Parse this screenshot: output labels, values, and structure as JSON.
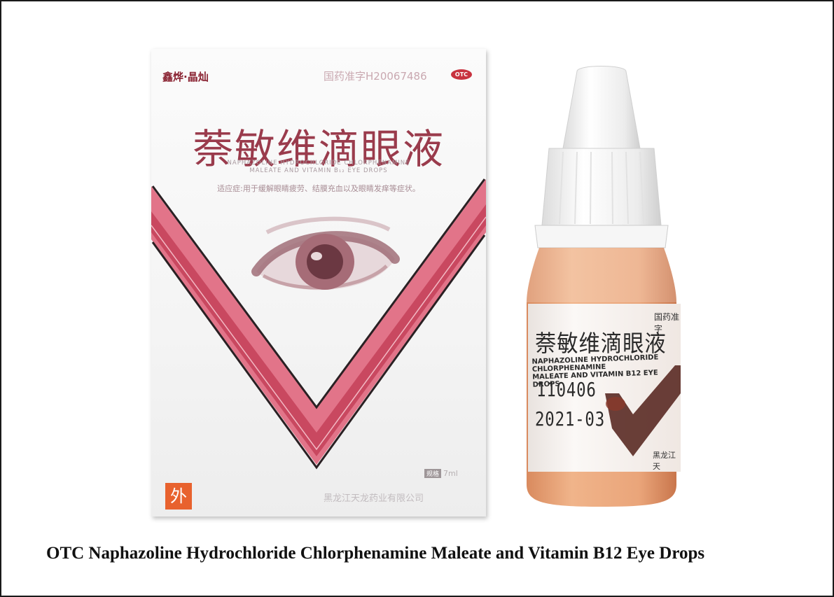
{
  "box": {
    "brand": "鑫烨·晶灿",
    "approval_number": "国药准字H20067486",
    "otc_badge": "OTC",
    "title": "萘敏维滴眼液",
    "english_line1": "NAPHAZOLINE HYDROCHLORIDE CHLORPHENAMINE",
    "english_line2": "MALEATE AND VITAMIN B₁₂ EYE DROPS",
    "indication": "适应症:用于缓解眼睛疲劳、结膜充血以及眼睛发痒等症状。",
    "spec_label": "规格",
    "spec_value": "7ml",
    "external_use_mark": "外",
    "manufacturer": "黑龙江天龙药业有限公司"
  },
  "bottle": {
    "title": "萘敏维滴眼液",
    "approval_fragment": "国药准字",
    "english_line1": "NAPHAZOLINE HYDROCHLORIDE CHLORPHENAMINE",
    "english_line2": "MALEATE AND VITAMIN B12 EYE DROPS",
    "batch_number": "110406",
    "expiry": "2021-03",
    "manufacturer_fragment": "黑龙江天"
  },
  "caption": "OTC Naphazoline Hydrochloride Chlorphenamine Maleate and Vitamin B12 Eye Drops",
  "colors": {
    "border": "#1a1a1a",
    "box_chevron": "#d4526a",
    "box_title": "#9a3b4c",
    "eye": "#9b6670",
    "bottle_liquid": "#e7a47a",
    "bottle_label_chevron": "#5a2a24",
    "external_badge": "#e8622e"
  },
  "icons": {
    "eye_illustration": "eye-icon",
    "external_use_badge": "external-use-icon",
    "otc_badge": "otc-icon"
  }
}
